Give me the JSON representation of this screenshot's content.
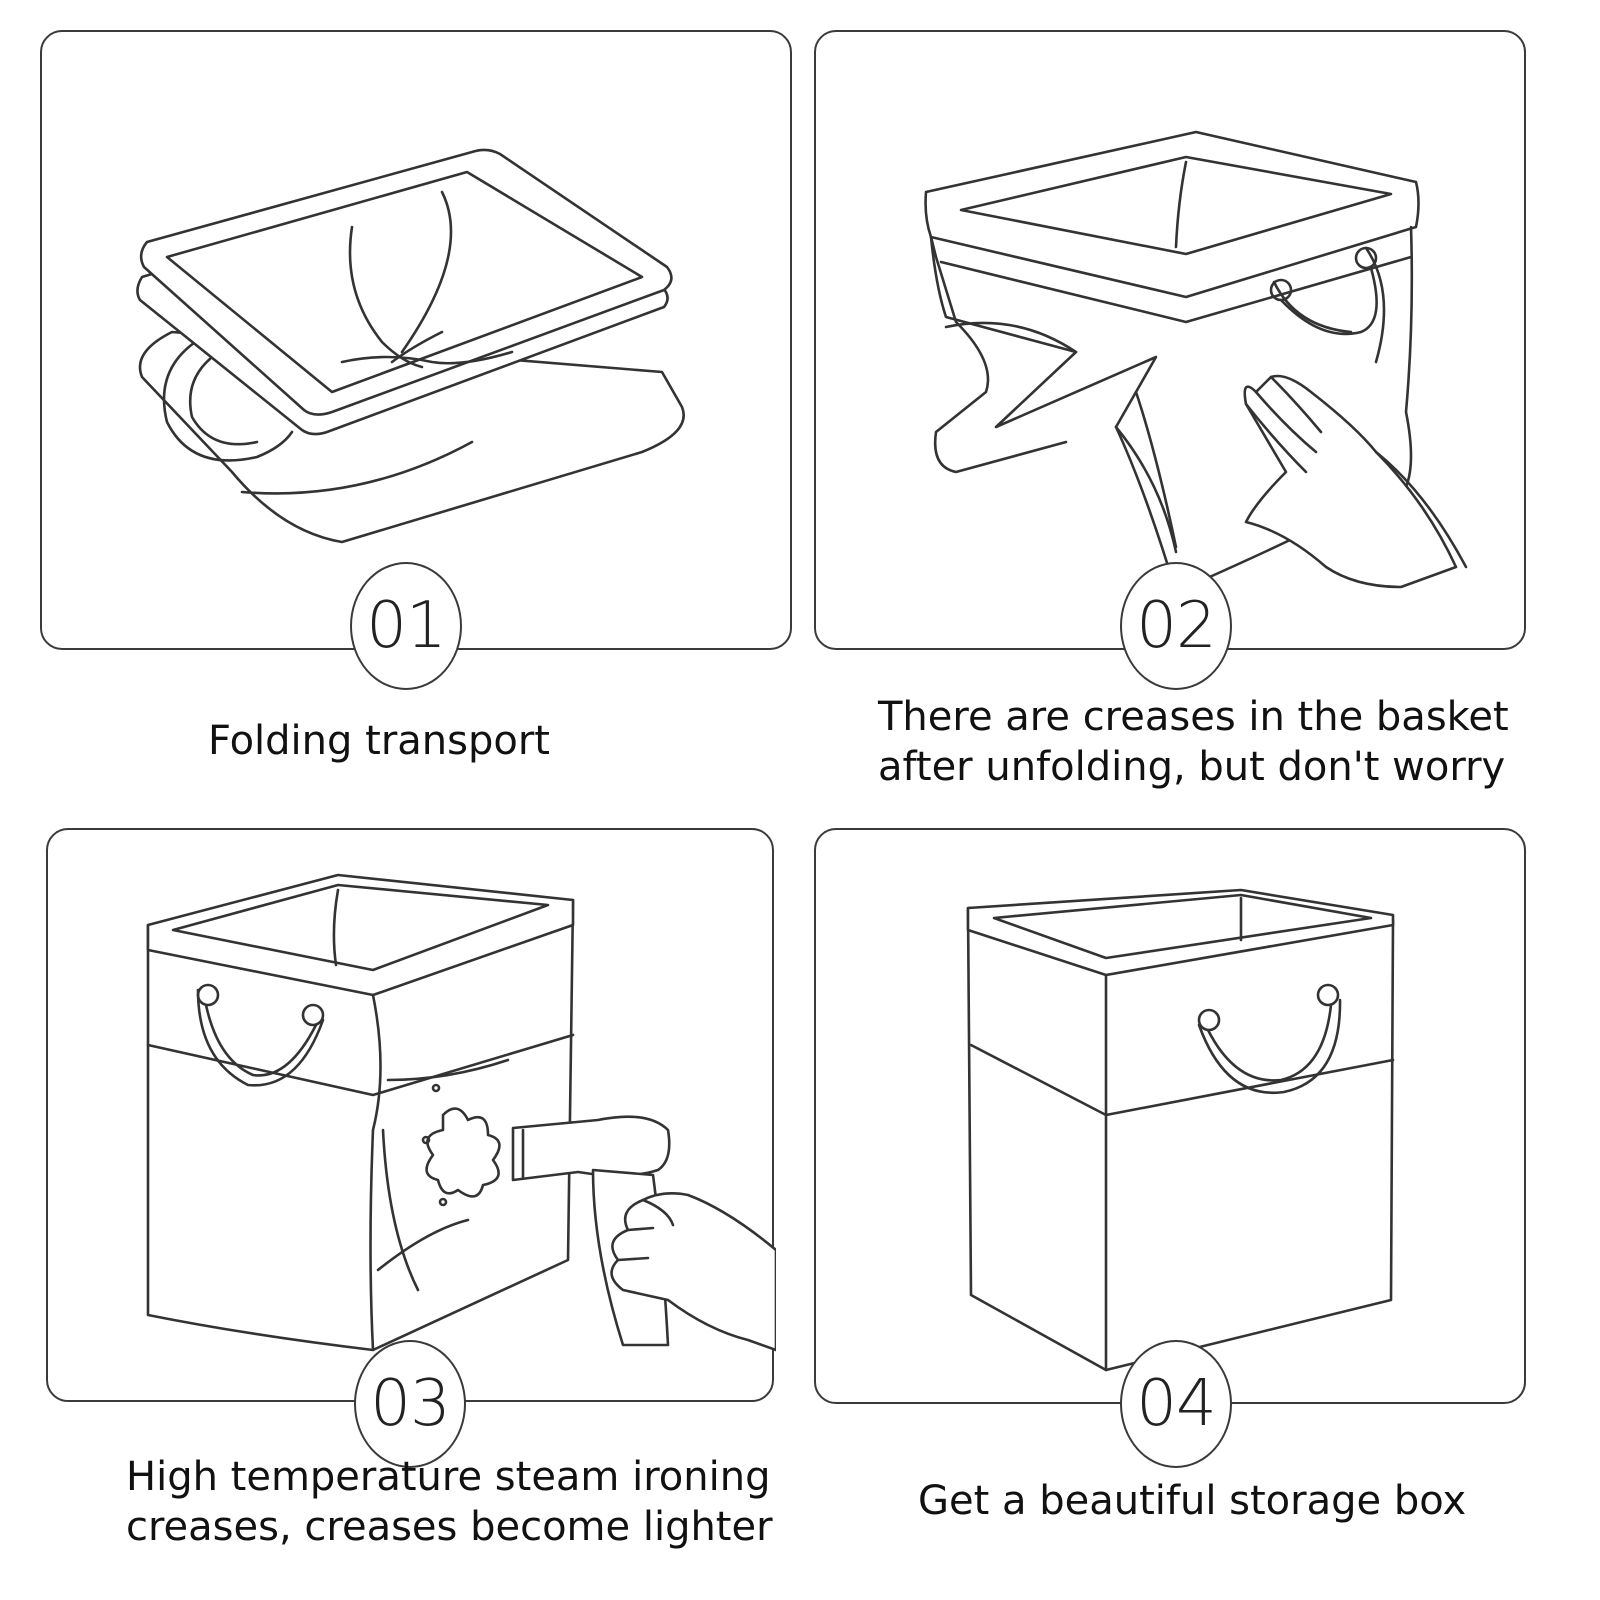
{
  "steps": [
    {
      "number": "01",
      "caption_lines": [
        "Folding transport"
      ]
    },
    {
      "number": "02",
      "caption_lines": [
        "There are creases in the basket",
        "after unfolding, but don't worry"
      ]
    },
    {
      "number": "03",
      "caption_lines": [
        "High temperature steam ironing",
        "creases, creases become lighter"
      ]
    },
    {
      "number": "04",
      "caption_lines": [
        "Get a beautiful storage box"
      ]
    }
  ],
  "colors": {
    "line": "#333333",
    "background": "#ffffff"
  }
}
